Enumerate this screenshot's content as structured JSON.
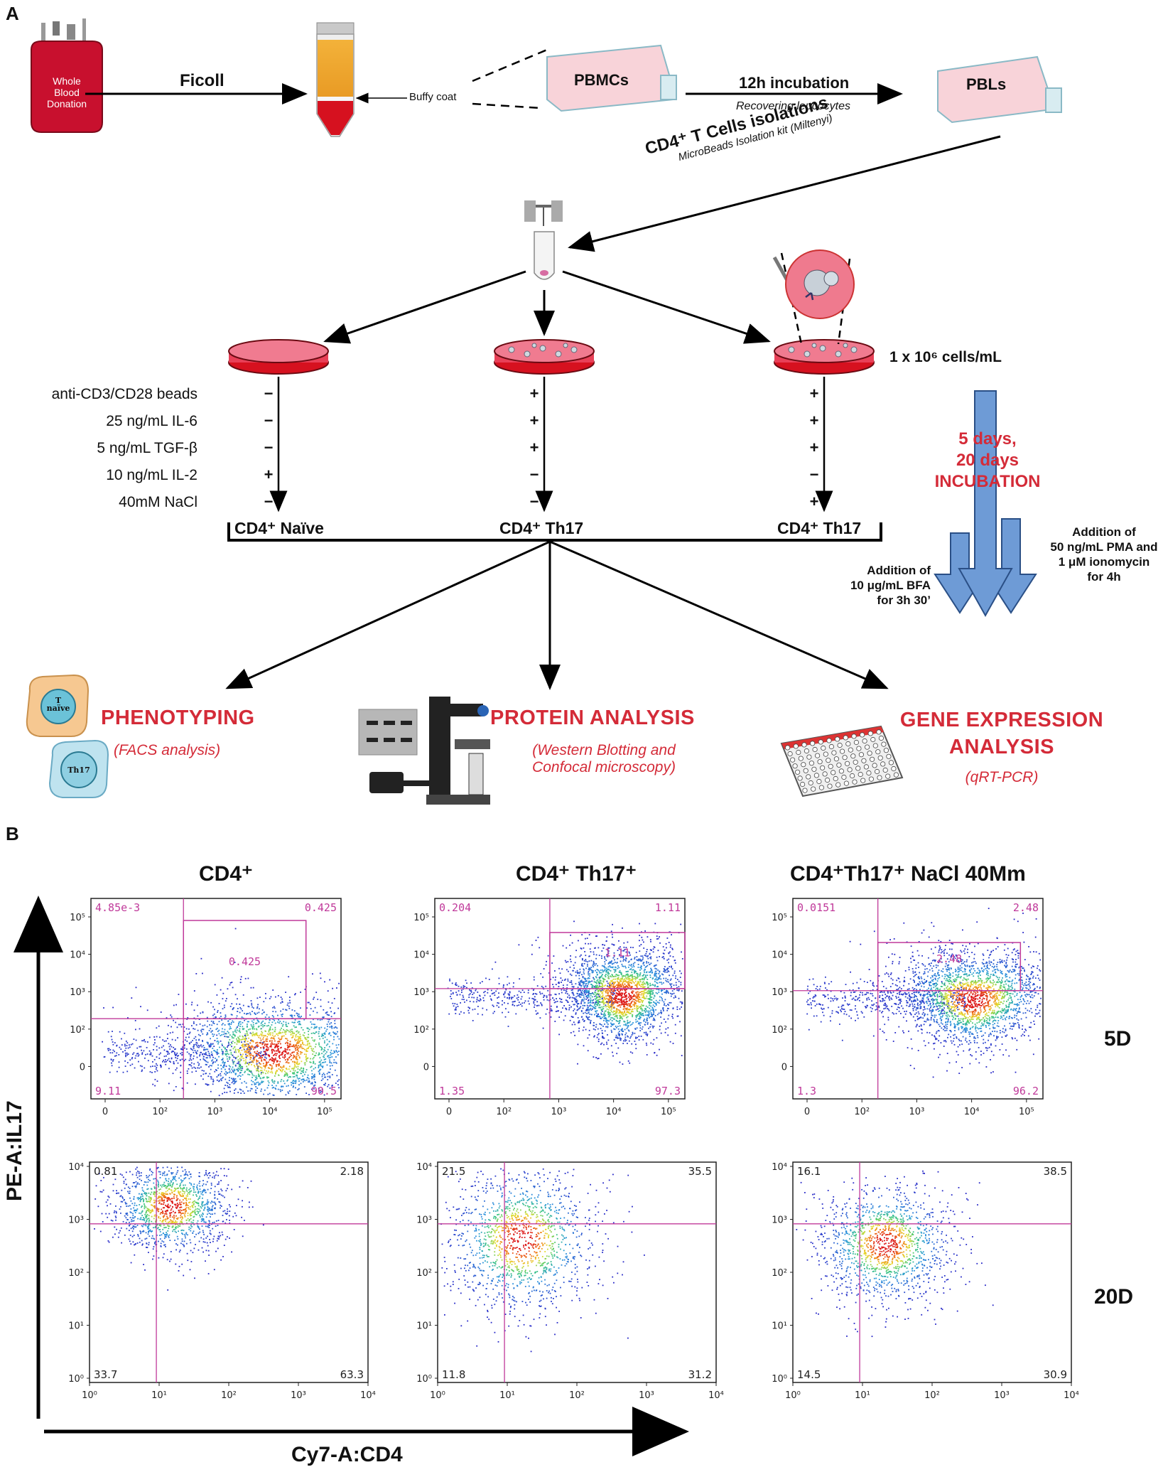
{
  "panel_a": {
    "letter": "A",
    "blood_bag_label": [
      "Whole",
      "Blood",
      "Donation"
    ],
    "ficoll": "Ficoll",
    "buffy_coat": "Buffy coat",
    "pbmcs": "PBMCs",
    "incubation_title": "12h incubation",
    "incubation_sub": "Recovering leucocytes",
    "pbls": "PBLs",
    "isolation_title": "CD4⁺ T Cells isolations",
    "isolation_sub": "MicroBeads Isolation kit (Miltenyi)",
    "cell_density": "1 x 10⁶ cells/mL",
    "conditions": [
      {
        "label": "anti-CD3/CD28 beads",
        "naive": "−",
        "th17": "+",
        "th17_nacl": "+"
      },
      {
        "label": "25 ng/mL IL-6",
        "naive": "−",
        "th17": "+",
        "th17_nacl": "+"
      },
      {
        "label": "5 ng/mL TGF-β",
        "naive": "−",
        "th17": "+",
        "th17_nacl": "+"
      },
      {
        "label": "10 ng/mL IL-2",
        "naive": "+",
        "th17": "−",
        "th17_nacl": "−"
      },
      {
        "label": "40mM NaCl",
        "naive": "−",
        "th17": "−",
        "th17_nacl": "+"
      }
    ],
    "cell_types": [
      "CD4⁺ Naïve",
      "CD4⁺ Th17",
      "CD4⁺ Th17"
    ],
    "incubation_arrow": [
      "5 days,",
      "20 days",
      "INCUBATION"
    ],
    "bfa_note": [
      "Addition of",
      "10 μg/mL BFA",
      "for 3h 30’"
    ],
    "pma_note": [
      "Addition of",
      "50 ng/mL PMA and",
      "1 μM ionomycin",
      "for 4h"
    ],
    "outputs": [
      {
        "title": [
          "PHENOTYPING"
        ],
        "sub": [
          "(FACS analysis)"
        ]
      },
      {
        "title": [
          "PROTEIN ANALYSIS"
        ],
        "sub": [
          "(Western Blotting and",
          "Confocal microscopy)"
        ]
      },
      {
        "title": [
          "GENE EXPRESSION",
          "ANALYSIS"
        ],
        "sub": [
          "(qRT-PCR)"
        ]
      }
    ],
    "cell_icon_labels": [
      "T",
      "naïve",
      "Th17"
    ]
  },
  "panel_b": {
    "letter": "B",
    "column_titles": [
      "CD4⁺",
      "CD4⁺ Th17⁺",
      "CD4⁺Th17⁺ NaCl 40Mm"
    ],
    "row_labels": [
      "5D",
      "20D"
    ],
    "y_axis_label": "PE-A:IL17",
    "x_axis_label": "Cy7-A:CD4",
    "ticks_5d_y": [
      "10⁵",
      "10⁴",
      "10³",
      "10²",
      "0"
    ],
    "ticks_5d_x": [
      "0",
      "10²",
      "10³",
      "10⁴",
      "10⁵"
    ],
    "ticks_20d_y": [
      "10⁴",
      "10³",
      "10²",
      "10¹",
      "10⁰"
    ],
    "ticks_20d_x": [
      "10⁰",
      "10¹",
      "10²",
      "10³",
      "10⁴"
    ],
    "quadrants_5d": [
      {
        "ul": "4.85e-3",
        "ur": "0.425",
        "gate": "0.425",
        "ll": "9.11",
        "lr": "90.5"
      },
      {
        "ul": "0.204",
        "ur": "1.11",
        "gate": "1.11",
        "ll": "1.35",
        "lr": "97.3"
      },
      {
        "ul": "0.0151",
        "ur": "2.48",
        "gate": "2.48",
        "ll": "1.3",
        "lr": "96.2"
      }
    ],
    "quadrants_20d": [
      {
        "ul": "0.81",
        "ur": "2.18",
        "ll": "33.7",
        "lr": "63.3"
      },
      {
        "ul": "21.5",
        "ur": "35.5",
        "ll": "11.8",
        "lr": "31.2"
      },
      {
        "ul": "16.1",
        "ur": "38.5",
        "ll": "14.5",
        "lr": "30.9"
      }
    ]
  },
  "colors": {
    "red": "#d42b38",
    "gate": "#c0399a",
    "arrow_blue": "#6e9bd6"
  }
}
